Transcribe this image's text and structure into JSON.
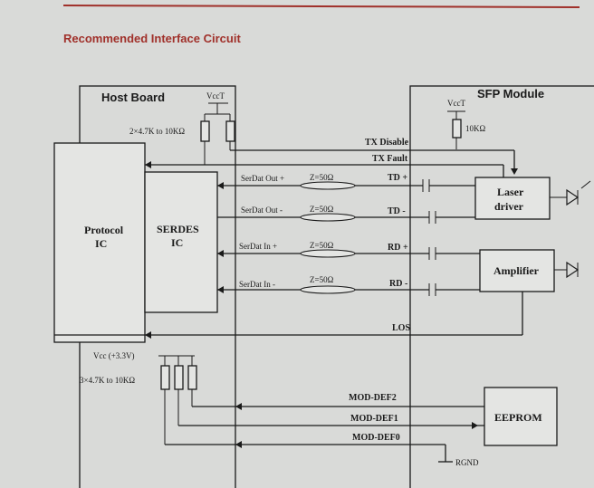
{
  "title": "Recommended Interface Circuit",
  "host_board": {
    "label": "Host Board",
    "vcct": "VccT",
    "pullup_label": "2×4.7K to 10KΩ",
    "protocol_ic": [
      "Protocol",
      "IC"
    ],
    "serdes_ic": [
      "SERDES",
      "IC"
    ],
    "vcc": "Vcc (+3.3V)",
    "pullup3_label": "3×4.7K to 10KΩ"
  },
  "sfp_module": {
    "label": "SFP Module",
    "vcct": "VccT",
    "resistor": "10KΩ",
    "laser_driver": [
      "Laser",
      "driver"
    ],
    "amplifier": "Amplifier",
    "eeprom": "EEPROM",
    "rgnd": "RGND"
  },
  "signals": {
    "tx_disable": "TX Disable",
    "tx_fault": "TX Fault",
    "serdat_out_p": "SerDat Out +",
    "serdat_out_n": "SerDat Out -",
    "serdat_in_p": "SerDat In +",
    "serdat_in_n": "SerDat In -",
    "impedance": "Z=50Ω",
    "td_p": "TD +",
    "td_n": "TD -",
    "rd_p": "RD +",
    "rd_n": "RD -",
    "los": "LOS",
    "mod_def2": "MOD-DEF2",
    "mod_def1": "MOD-DEF1",
    "mod_def0": "MOD-DEF0"
  }
}
